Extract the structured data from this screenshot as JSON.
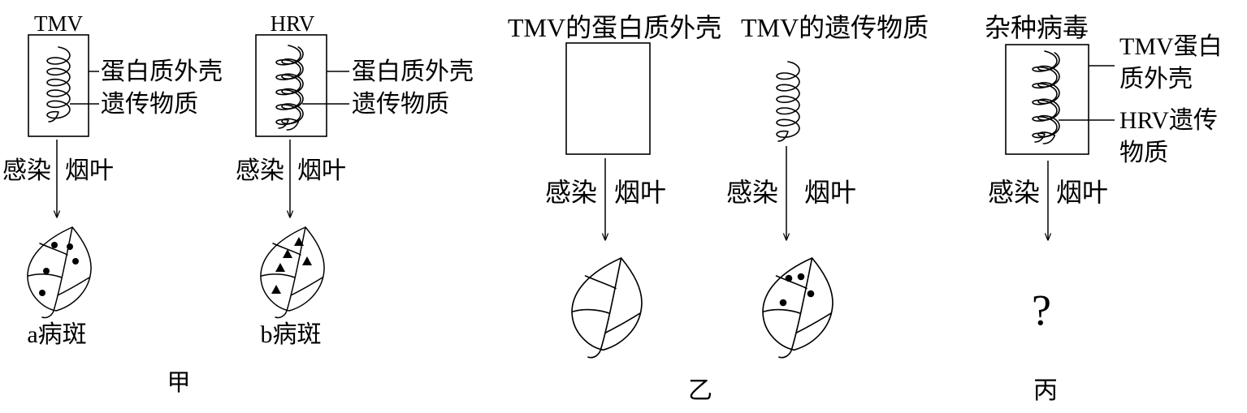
{
  "panels": {
    "jia": {
      "label": "甲",
      "tmv": {
        "title": "TMV",
        "shell_label": "蛋白质外壳",
        "genetic_label": "遗传物质",
        "infect_label": "感染",
        "leaf_label": "烟叶",
        "result_label": "a病斑"
      },
      "hrv": {
        "title": "HRV",
        "shell_label": "蛋白质外壳",
        "genetic_label": "遗传物质",
        "infect_label": "感染",
        "leaf_label": "烟叶",
        "result_label": "b病斑"
      }
    },
    "yi": {
      "label": "乙",
      "shell": {
        "title": "TMV的蛋白质外壳",
        "infect_label": "感染",
        "leaf_label": "烟叶"
      },
      "genetic": {
        "title": "TMV的遗传物质",
        "infect_label": "感染",
        "leaf_label": "烟叶"
      }
    },
    "bing": {
      "label": "丙",
      "title": "杂种病毒",
      "shell_label_lines": [
        "TMV蛋白",
        "质外壳"
      ],
      "genetic_label_lines": [
        "HRV遗传",
        "物质"
      ],
      "infect_label": "感染",
      "leaf_label": "烟叶",
      "result": "?"
    }
  }
}
